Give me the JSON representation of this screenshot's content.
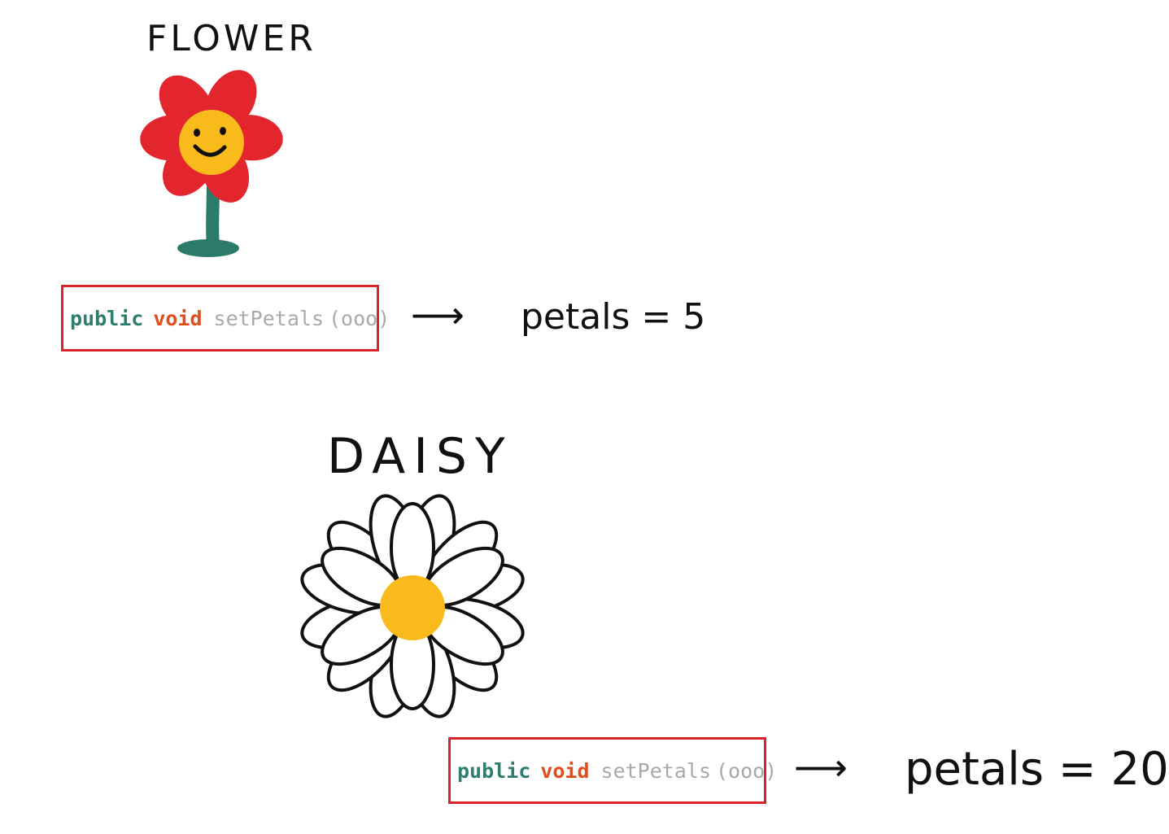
{
  "flower": {
    "title": "FLOWER",
    "method": {
      "modifier": "public",
      "return_type": "void",
      "name": "setPetals",
      "params": "(ooo)"
    },
    "arrow": "⟶",
    "result": "petals = 5"
  },
  "daisy": {
    "title": "DAISY",
    "method": {
      "modifier": "public",
      "return_type": "void",
      "name": "setPetals",
      "params": "(ooo)"
    },
    "arrow": "⟶",
    "result": "petals = 20"
  },
  "colors": {
    "box_border": "#d7262b",
    "public": "#2e7d6f",
    "void": "#e14d1c",
    "method_name": "#a9a9a9",
    "petal_red": "#e3262e",
    "flower_center": "#f9bb1b",
    "stem": "#2c7a69",
    "daisy_center": "#f9bb1b"
  },
  "icons": {
    "flower": "smiling-red-flower-icon",
    "daisy": "white-daisy-icon"
  }
}
